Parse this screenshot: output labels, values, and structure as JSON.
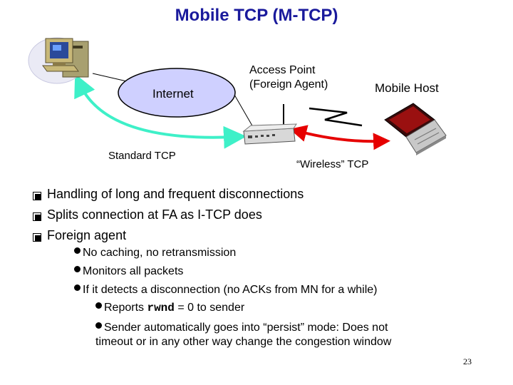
{
  "title": "Mobile TCP (M-TCP)",
  "diagram": {
    "internet_label": "Internet",
    "access_point_line1": "Access Point",
    "access_point_line2": "(Foreign Agent)",
    "mobile_host_label": "Mobile Host",
    "standard_tcp_label": "Standard TCP",
    "wireless_tcp_label": "“Wireless” TCP"
  },
  "bullets": [
    "Handling of long and frequent disconnections",
    "Splits connection at FA as I-TCP does",
    "Foreign agent"
  ],
  "sub_bullets": [
    "No caching, no retransmission",
    "Monitors all packets",
    "If it detects a disconnection (no ACKs from MN for a while)"
  ],
  "sub_sub_bullets": {
    "reports_prefix": "Reports ",
    "reports_code": "rwnd",
    "reports_suffix": " = 0 to sender",
    "sender_line1": "Sender automatically goes into “persist” mode: Does not",
    "sender_line2": "timeout or in any other way change the congestion window"
  },
  "page_number": "23",
  "colors": {
    "title": "#1a1a9c",
    "standard_tcp_arrow": "#3ef0c8",
    "wireless_tcp_arrow": "#e60000",
    "internet_cloud": "#cfd0ff",
    "bullet_marker": "#000000"
  },
  "icons": [
    "desktop-computer-icon",
    "access-point-icon",
    "laptop-icon",
    "lightning-bolt-icon",
    "square-bullet-icon"
  ]
}
